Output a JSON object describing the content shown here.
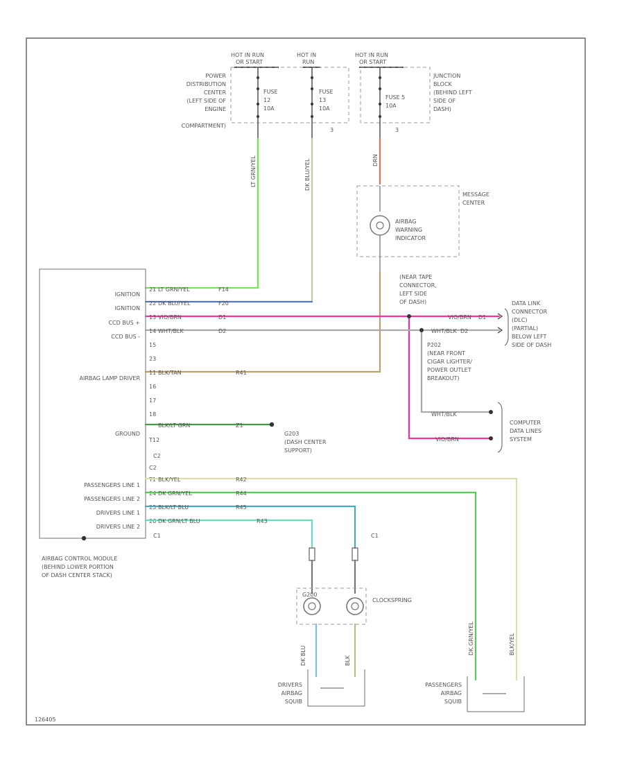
{
  "power": {
    "hot1": [
      "HOT IN RUN",
      "OR START"
    ],
    "hot2": [
      "HOT IN",
      "RUN"
    ],
    "hot3": [
      "HOT IN RUN",
      "OR START"
    ],
    "pdc": [
      "POWER",
      "DISTRIBUTION",
      "CENTER",
      "(LEFT SIDE OF",
      "ENGINE",
      "COMPARTMENT)"
    ],
    "fuse12": [
      "FUSE",
      "12",
      "10A"
    ],
    "fuse13": [
      "FUSE",
      "13",
      "10A"
    ],
    "fuse5": [
      "FUSE 5",
      "10A"
    ],
    "jb": [
      "JUNCTION",
      "BLOCK",
      "(BEHIND LEFT",
      "SIDE OF",
      "DASH)"
    ],
    "jbpin": "3"
  },
  "wires": {
    "w1": "LT GRN/YEL",
    "w2": "DK BLU/YEL",
    "w3": "DRN",
    "c1": "C1",
    "c2": "C2"
  },
  "message_center": {
    "label": [
      "MESSAGE",
      "CENTER"
    ],
    "indicator": [
      "AIRBAG",
      "WARNING",
      "INDICATOR"
    ]
  },
  "splice": {
    "label": [
      "(NEAR TAPE",
      "CONNECTOR,",
      "LEFT SIDE",
      "OF DASH)"
    ]
  },
  "dlc": {
    "label": [
      "DATA LINK",
      "CONNECTOR",
      "(DLC)",
      "(PARTIAL)",
      "BELOW LEFT",
      "SIDE OF DASH"
    ]
  },
  "p202": {
    "label": [
      "P202",
      "(NEAR FRONT",
      "CIGAR LIGHTER/",
      "POWER OUTLET",
      "BREAKOUT)"
    ]
  },
  "acm": {
    "pins": [
      "IGNITION",
      "IGNITION",
      "CCD BUS +",
      "CCD BUS -",
      "AIRBAG LAMP DRIVER",
      "GROUND",
      "PASSENGERS LINE 1",
      "PASSENGERS LINE 2",
      "DRIVERS LINE 1",
      "DRIVERS LINE 2"
    ],
    "pinnums": [
      "21",
      "22",
      "13",
      "14",
      "15",
      "23",
      "11",
      "16",
      "17",
      "18",
      "T12",
      "C2",
      "T1",
      "24",
      "25",
      "26",
      "C1"
    ],
    "label": [
      "AIRBAG CONTROL MODULE",
      "(BEHIND LOWER PORTION",
      "OF DASH CENTER STACK)"
    ]
  },
  "wire_labels": {
    "r1": [
      "LT GRN/YEL",
      "F14"
    ],
    "r2": [
      "DK BLU/YEL",
      "F20"
    ],
    "r3": [
      "VIO/BRN",
      "D1"
    ],
    "r4": [
      "WHT/BLK",
      "D2"
    ],
    "r5": [
      "BLK/TAN",
      "R41"
    ],
    "r6": [
      "BLK/LT GRN",
      "Z1"
    ],
    "r7": [
      "BLK/YEL",
      "R42"
    ],
    "r8": [
      "DK GRN/YEL",
      "R44"
    ],
    "r9": [
      "BLK/LT BLU",
      "R45"
    ],
    "r10": [
      "DK GRN/LT BLU",
      "R43"
    ],
    "d1": [
      "VIO/BRN",
      "D1"
    ],
    "d2": [
      "WHT/BLK",
      "D2"
    ],
    "cd1": "WHT/BLK",
    "cd2": "VIO/BRN"
  },
  "ground": [
    "G203",
    "(DASH CENTER",
    "SUPPORT)"
  ],
  "computer": [
    "COMPUTER",
    "DATA LINES",
    "SYSTEM"
  ],
  "clockspring": {
    "label": "CLOCKSPRING",
    "small": "G200"
  },
  "squibs": {
    "driver": [
      "DRIVERS",
      "AIRBAG",
      "SQUIB"
    ],
    "passenger": [
      "PASSENGERS",
      "AIRBAG",
      "SQUIB"
    ],
    "dw1": "DK BLU",
    "dw2": "BLK",
    "pw1": "DK GRN/YEL",
    "pw2": "BLK/YEL"
  },
  "footer": "126405",
  "colors": {
    "ltgrn": "#66ee44",
    "blue": "#5577bb",
    "pink": "#ee3399",
    "gray": "#aaaaaa",
    "tan": "#b8a070",
    "olive": "#449944",
    "yellowish": "#ddddaa",
    "green": "#55cc55",
    "teal": "#4aa6b8",
    "aqua": "#66ddbb",
    "orange": "#e07050",
    "lightblue": "#77bbee",
    "khaki": "#bbbb88"
  }
}
